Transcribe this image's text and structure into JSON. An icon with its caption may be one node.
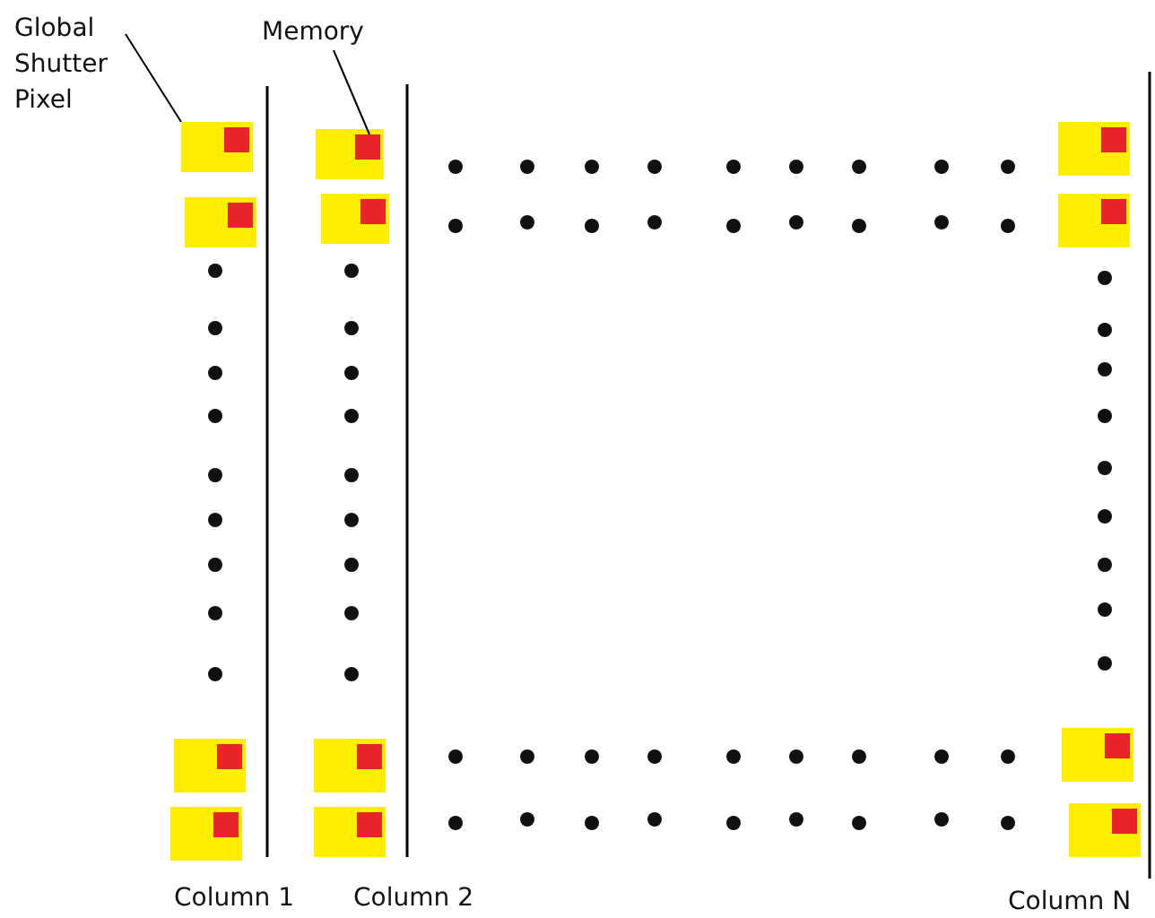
{
  "diagram": {
    "nodes": [
      {
        "text": [
          "Global Shutter Pixel"
        ]
      },
      {
        "text": [],
        "shape": "box"
      },
      {
        "text": [
          "Memory"
        ]
      },
      {
        "text": [],
        "shape": "box"
      }
    ],
    "edges": [
      {
        "from": 0,
        "to": 1,
        "arrow": "none"
      },
      {
        "from": 2,
        "to": 3,
        "arrow": "none"
      }
    ],
    "labels": [
      "Column 1",
      "Column 2",
      "Column N"
    ]
  }
}
